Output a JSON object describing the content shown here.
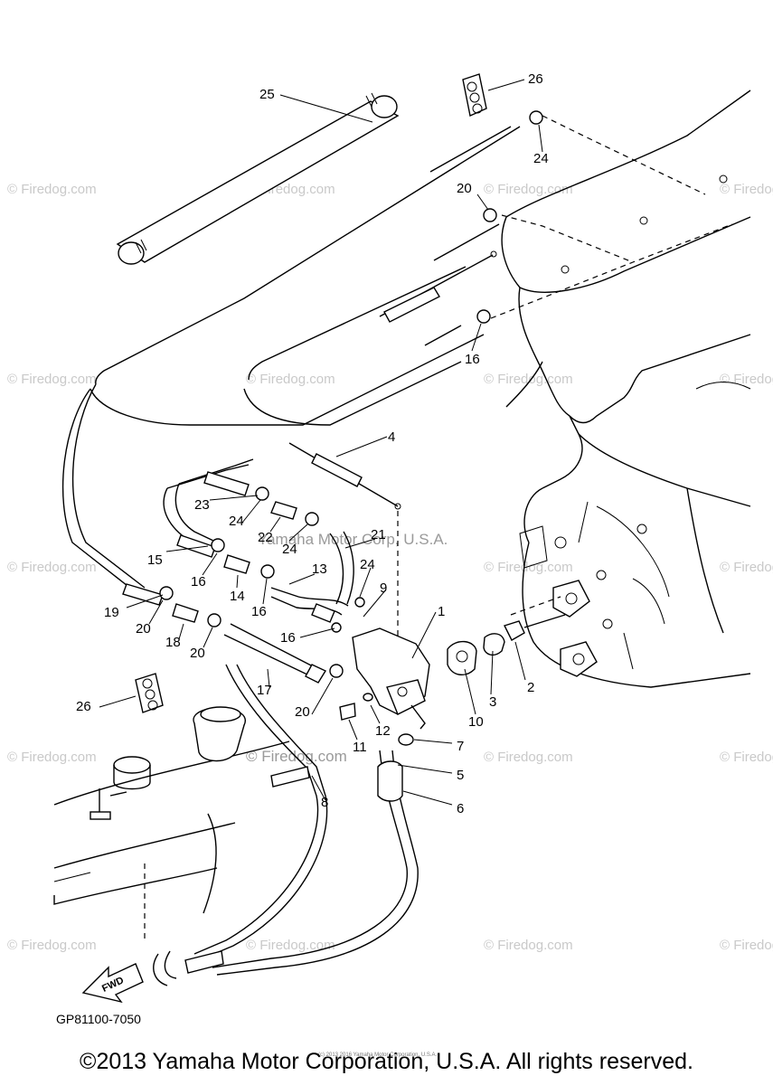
{
  "part_number": "GP81100-7050",
  "copyright": "©2013 Yamaha Motor Corporation, U.S.A. All rights reserved.",
  "fine_print": "(c) 2013 2016 Yamaha Motor Corporation, U.S.A.",
  "center_watermark": "Yamaha Motor Corp, U.S.A.",
  "watermark": "© Firedog.com",
  "fwd_label": "FWD",
  "callouts": {
    "c1": "1",
    "c2": "2",
    "c3": "3",
    "c4": "4",
    "c5": "5",
    "c6": "6",
    "c7": "7",
    "c8": "8",
    "c9": "9",
    "c10": "10",
    "c11": "11",
    "c12": "12",
    "c13": "13",
    "c14": "14",
    "c15": "15",
    "c16a": "16",
    "c16b": "16",
    "c16c": "16",
    "c16d": "16",
    "c17": "17",
    "c18": "18",
    "c19": "19",
    "c20a": "20",
    "c20b": "20",
    "c20c": "20",
    "c20d": "20",
    "c21": "21",
    "c22": "22",
    "c23": "23",
    "c24a": "24",
    "c24b": "24",
    "c24c": "24",
    "c24d": "24",
    "c25": "25",
    "c26a": "26",
    "c26b": "26"
  }
}
